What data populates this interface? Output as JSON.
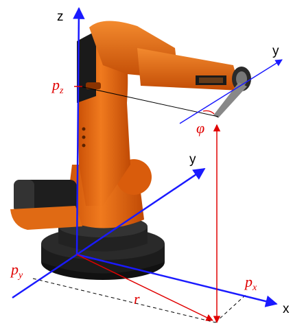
{
  "labels": {
    "z_axis": "z",
    "y_axis_base": "y",
    "x_axis": "x",
    "y_axis_tool": "y",
    "r": "r",
    "phi": "φ",
    "pz": {
      "base": "p",
      "sub": "z"
    },
    "py": {
      "base": "p",
      "sub": "y"
    },
    "px": {
      "base": "p",
      "sub": "x"
    }
  },
  "colors": {
    "axis_blue": "#1a1aff",
    "vector_red": "#e00000",
    "robot_orange": "#e8650f",
    "robot_dark_orange": "#b84a05",
    "robot_black": "#1a1a1a",
    "dashed_line": "#000000"
  }
}
